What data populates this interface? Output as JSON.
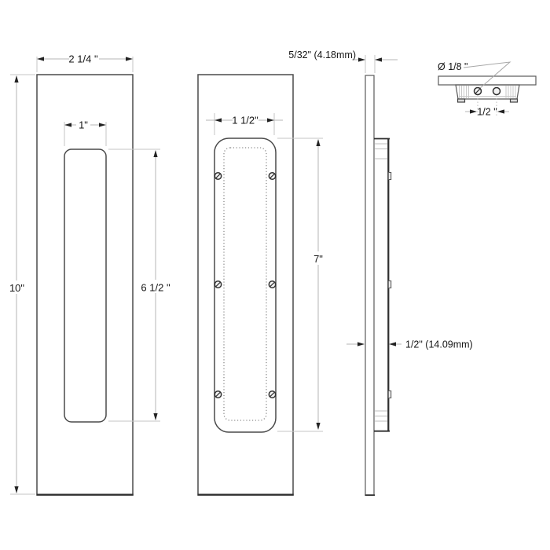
{
  "drawing": {
    "description": "Flush pull hardware dimension drawing with four views",
    "colors": {
      "background": "#ffffff",
      "outline": "#4a4a4a",
      "outline_dark": "#2e2e2e",
      "dimension_line": "#b5b5b5",
      "text": "#161616"
    }
  },
  "views": {
    "front": {
      "overall_width": "2 1/4 \"",
      "overall_height": "10\"",
      "cutout_width": "1\"",
      "cutout_height": "6 1/2 \""
    },
    "face": {
      "recess_width": "1 1/2\"",
      "recess_height": "7\""
    },
    "side": {
      "thickness": "5/32\" (4.18mm)",
      "depth": "1/2\" (14.09mm)"
    },
    "top": {
      "hole_diameter": "Ø 1/8 \"",
      "hole_spacing": "1/2 \""
    }
  }
}
